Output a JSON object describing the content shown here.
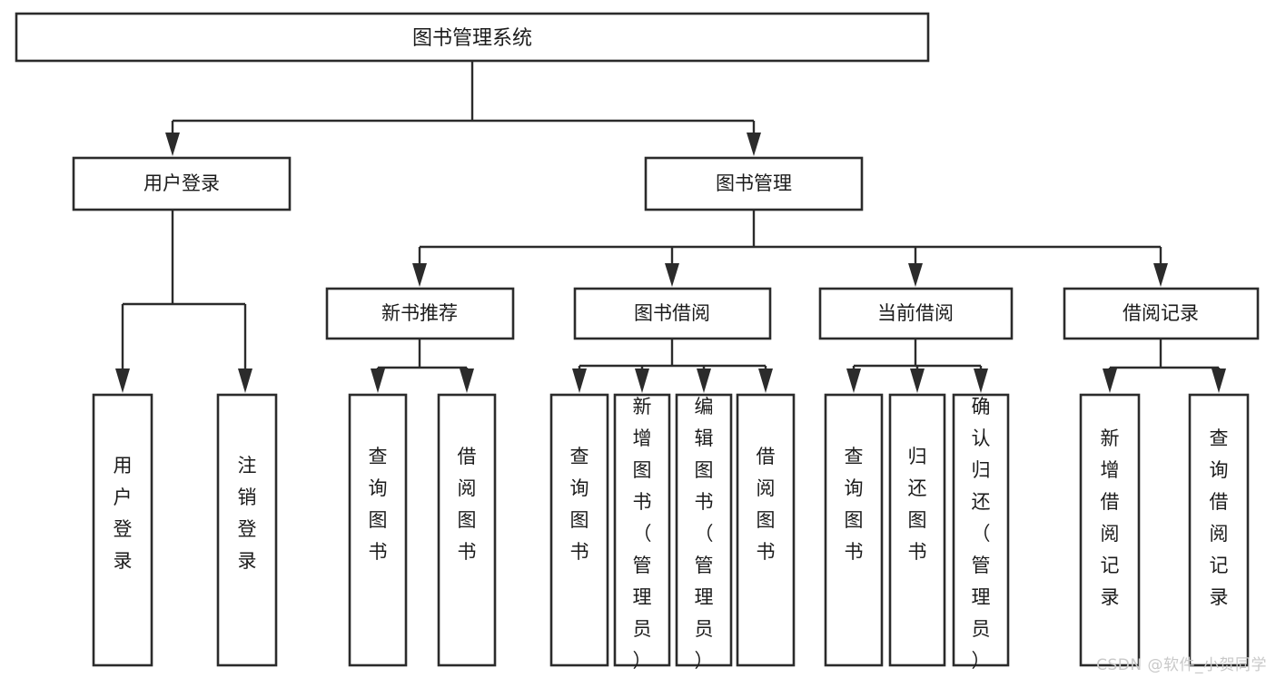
{
  "diagram": {
    "type": "tree",
    "title": "图书管理系统",
    "watermark": "CSDN @软件_小贺同学",
    "colors": {
      "box_stroke": "#2b2b2b",
      "box_fill": "#ffffff",
      "text": "#1b1b1b",
      "background": "#ffffff",
      "watermark": "#c9c9c9"
    },
    "levels": {
      "root": {
        "label": "图书管理系统"
      },
      "level2": [
        {
          "label": "用户登录"
        },
        {
          "label": "图书管理"
        }
      ],
      "level3": [
        {
          "label": "新书推荐"
        },
        {
          "label": "图书借阅"
        },
        {
          "label": "当前借阅"
        },
        {
          "label": "借阅记录"
        }
      ]
    },
    "leaves": {
      "user_login": [
        {
          "label": "用户登录"
        },
        {
          "label": "注销登录"
        }
      ],
      "new_book_recommend": [
        {
          "label": "查询图书"
        },
        {
          "label": "借阅图书"
        }
      ],
      "book_borrow": [
        {
          "label": "查询图书"
        },
        {
          "label": "新增图书（管理员）"
        },
        {
          "label": "编辑图书（管理员）"
        },
        {
          "label": "借阅图书"
        }
      ],
      "current_borrow": [
        {
          "label": "查询图书"
        },
        {
          "label": "归还图书"
        },
        {
          "label": "确认归还（管理员）"
        }
      ],
      "borrow_record": [
        {
          "label": "新增借阅记录"
        },
        {
          "label": "查询借阅记录"
        }
      ]
    }
  },
  "chart_data": {
    "type": "table",
    "title": "图书管理系统",
    "nodes": [
      {
        "id": "root",
        "label": "图书管理系统",
        "parent": null,
        "level": 1
      },
      {
        "id": "user-login",
        "label": "用户登录",
        "parent": "root",
        "level": 2
      },
      {
        "id": "book-manage",
        "label": "图书管理",
        "parent": "root",
        "level": 2
      },
      {
        "id": "new-book",
        "label": "新书推荐",
        "parent": "book-manage",
        "level": 3
      },
      {
        "id": "book-borrow",
        "label": "图书借阅",
        "parent": "book-manage",
        "level": 3
      },
      {
        "id": "current-borrow",
        "label": "当前借阅",
        "parent": "book-manage",
        "level": 3
      },
      {
        "id": "borrow-record",
        "label": "借阅记录",
        "parent": "book-manage",
        "level": 3
      },
      {
        "id": "leaf-1",
        "label": "用户登录",
        "parent": "user-login",
        "level": 4
      },
      {
        "id": "leaf-2",
        "label": "注销登录",
        "parent": "user-login",
        "level": 4
      },
      {
        "id": "leaf-3",
        "label": "查询图书",
        "parent": "new-book",
        "level": 4
      },
      {
        "id": "leaf-4",
        "label": "借阅图书",
        "parent": "new-book",
        "level": 4
      },
      {
        "id": "leaf-5",
        "label": "查询图书",
        "parent": "book-borrow",
        "level": 4
      },
      {
        "id": "leaf-6",
        "label": "新增图书（管理员）",
        "parent": "book-borrow",
        "level": 4
      },
      {
        "id": "leaf-7",
        "label": "编辑图书（管理员）",
        "parent": "book-borrow",
        "level": 4
      },
      {
        "id": "leaf-8",
        "label": "借阅图书",
        "parent": "book-borrow",
        "level": 4
      },
      {
        "id": "leaf-9",
        "label": "查询图书",
        "parent": "current-borrow",
        "level": 4
      },
      {
        "id": "leaf-10",
        "label": "归还图书",
        "parent": "current-borrow",
        "level": 4
      },
      {
        "id": "leaf-11",
        "label": "确认归还（管理员）",
        "parent": "current-borrow",
        "level": 4
      },
      {
        "id": "leaf-12",
        "label": "新增借阅记录",
        "parent": "borrow-record",
        "level": 4
      },
      {
        "id": "leaf-13",
        "label": "查询借阅记录",
        "parent": "borrow-record",
        "level": 4
      }
    ]
  }
}
